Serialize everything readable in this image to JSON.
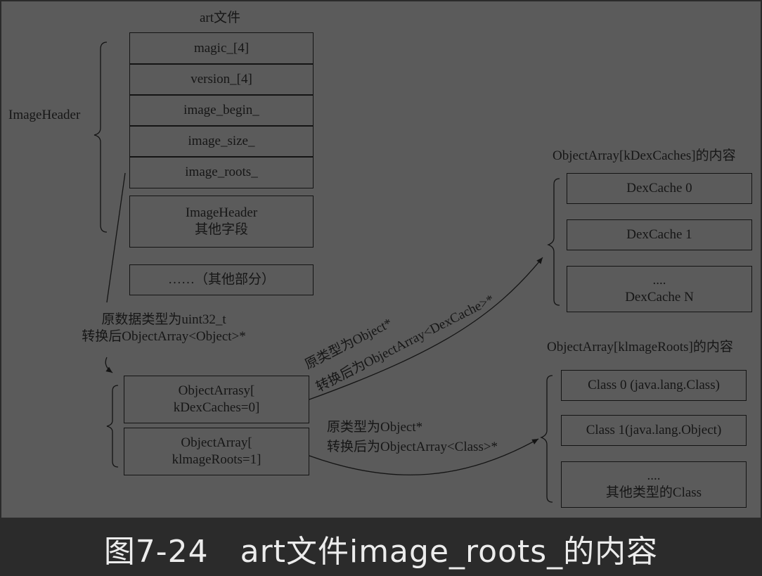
{
  "art_file": {
    "title": "art文件",
    "header_fields": [
      "magic_[4]",
      "version_[4]",
      "image_begin_",
      "image_size_",
      "image_roots_"
    ],
    "other_fields": [
      "ImageHeader",
      "其他字段"
    ],
    "other_parts": "……（其他部分）"
  },
  "image_header_label": "ImageHeader",
  "roots_note": [
    "原数据类型为uint32_t",
    "转换后ObjectArray<Object>*"
  ],
  "roots_array": [
    [
      "ObjectArrasy[",
      "kDexCaches=0]"
    ],
    [
      "ObjectArray[",
      "klmageRoots=1]"
    ]
  ],
  "dex_arrow_label": [
    "原类型为Object*",
    "转换后为ObjectArray<DexCache>*"
  ],
  "class_arrow_label": [
    "原类型为Object*",
    "转换后为ObjectArray<Class>*"
  ],
  "dex_caches": {
    "title": "ObjectArray[kDexCaches]的内容",
    "items": [
      [
        "DexCache 0"
      ],
      [
        "DexCache 1"
      ],
      [
        "....",
        "DexCache N"
      ]
    ]
  },
  "image_roots": {
    "title": "ObjectArray[klmageRoots]的内容",
    "items": [
      [
        "Class 0 (java.lang.Class)"
      ],
      [
        "Class 1(java.lang.Object)"
      ],
      [
        "....",
        "其他类型的Class"
      ]
    ]
  },
  "caption": "图7-24　art文件image_roots_的内容"
}
